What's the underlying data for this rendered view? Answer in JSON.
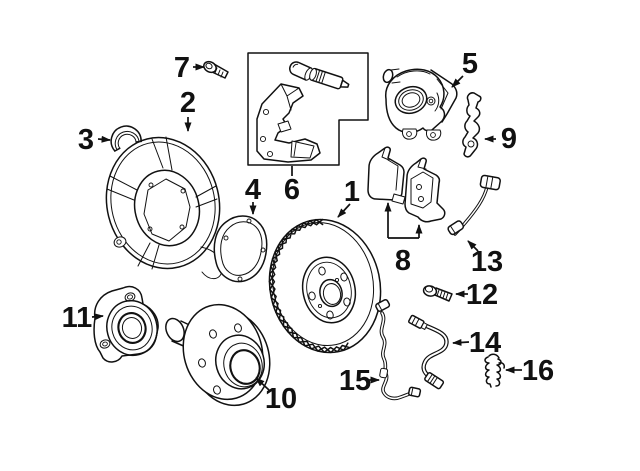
{
  "diagram": {
    "background_color": "#ffffff",
    "line_color": "#111111",
    "callouts": [
      {
        "number": "1"
      },
      {
        "number": "2"
      },
      {
        "number": "3"
      },
      {
        "number": "4"
      },
      {
        "number": "5"
      },
      {
        "number": "6"
      },
      {
        "number": "7"
      },
      {
        "number": "8"
      },
      {
        "number": "9"
      },
      {
        "number": "10"
      },
      {
        "number": "11"
      },
      {
        "number": "12"
      },
      {
        "number": "13"
      },
      {
        "number": "14"
      },
      {
        "number": "15"
      },
      {
        "number": "16"
      }
    ]
  }
}
